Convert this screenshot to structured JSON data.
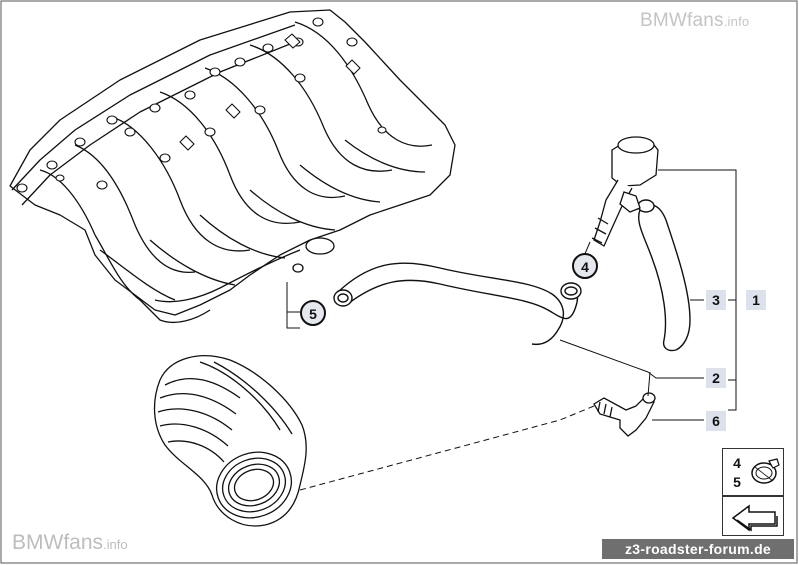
{
  "watermarks": {
    "top_brand": "BMWfans",
    "top_suffix": ".info",
    "bottom_brand": "BMWfans",
    "bottom_suffix": ".info",
    "forum_tag": "z3-roadster-forum.de"
  },
  "callouts": {
    "c1": "1",
    "c2": "2",
    "c3": "3",
    "c4": "4",
    "c5": "5",
    "c6": "6"
  },
  "kit": {
    "num_top": "4",
    "num_bottom": "5"
  },
  "colors": {
    "line": "#111111",
    "label_fill": "#dde1ec",
    "watermark": "#c4c4c4",
    "tag_bg": "#6f6f6f"
  }
}
